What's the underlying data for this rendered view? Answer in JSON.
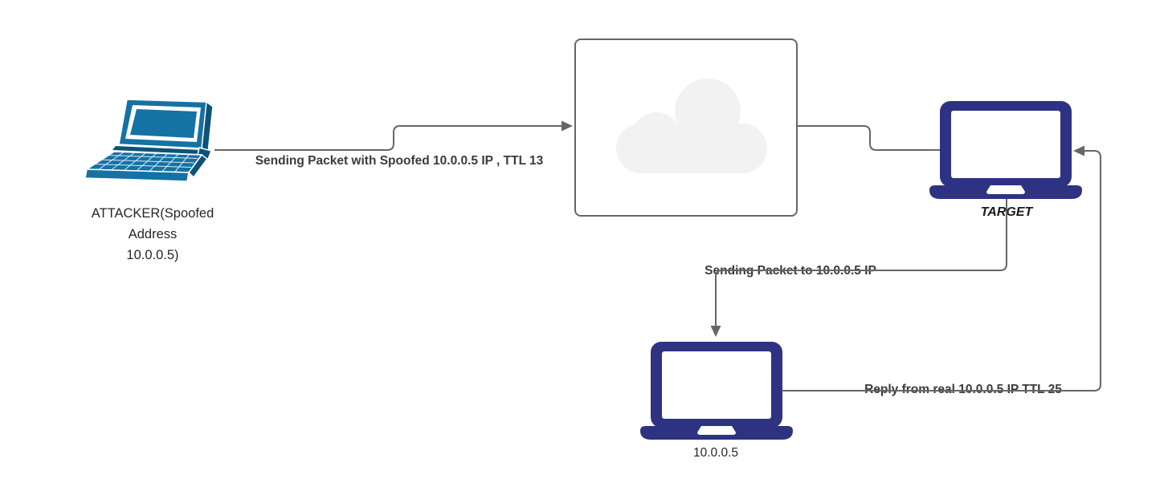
{
  "nodes": {
    "attacker": {
      "line1": "ATTACKER(Spoofed",
      "line2": "Address",
      "line3": "10.0.0.5)"
    },
    "cloud": {
      "label": "Cloud"
    },
    "target": {
      "label": "TARGET"
    },
    "real_host": {
      "label": "10.0.0.5"
    }
  },
  "edges": [
    {
      "name": "attacker-to-cloud",
      "label": "Sending Packet with Spoofed 10.0.0.5 IP , TTL 13"
    },
    {
      "name": "cloud-to-target",
      "label": ""
    },
    {
      "name": "target-to-real-host",
      "label": "Sending Packet to 10.0.0.5 IP"
    },
    {
      "name": "real-host-to-target",
      "label": "Reply from real 10.0.0.5 IP TTL 25"
    }
  ],
  "colors": {
    "attacker_laptop": "#1572a4",
    "attacker_laptop_dark": "#0c537a",
    "laptop_navy": "#2d3282",
    "connector": "#666666",
    "node_border": "#666666",
    "cloud_fill": "#f2f2f2",
    "cloud_label": "#404040",
    "edge_label": "#3b3b3b",
    "node_label": "#262626"
  }
}
